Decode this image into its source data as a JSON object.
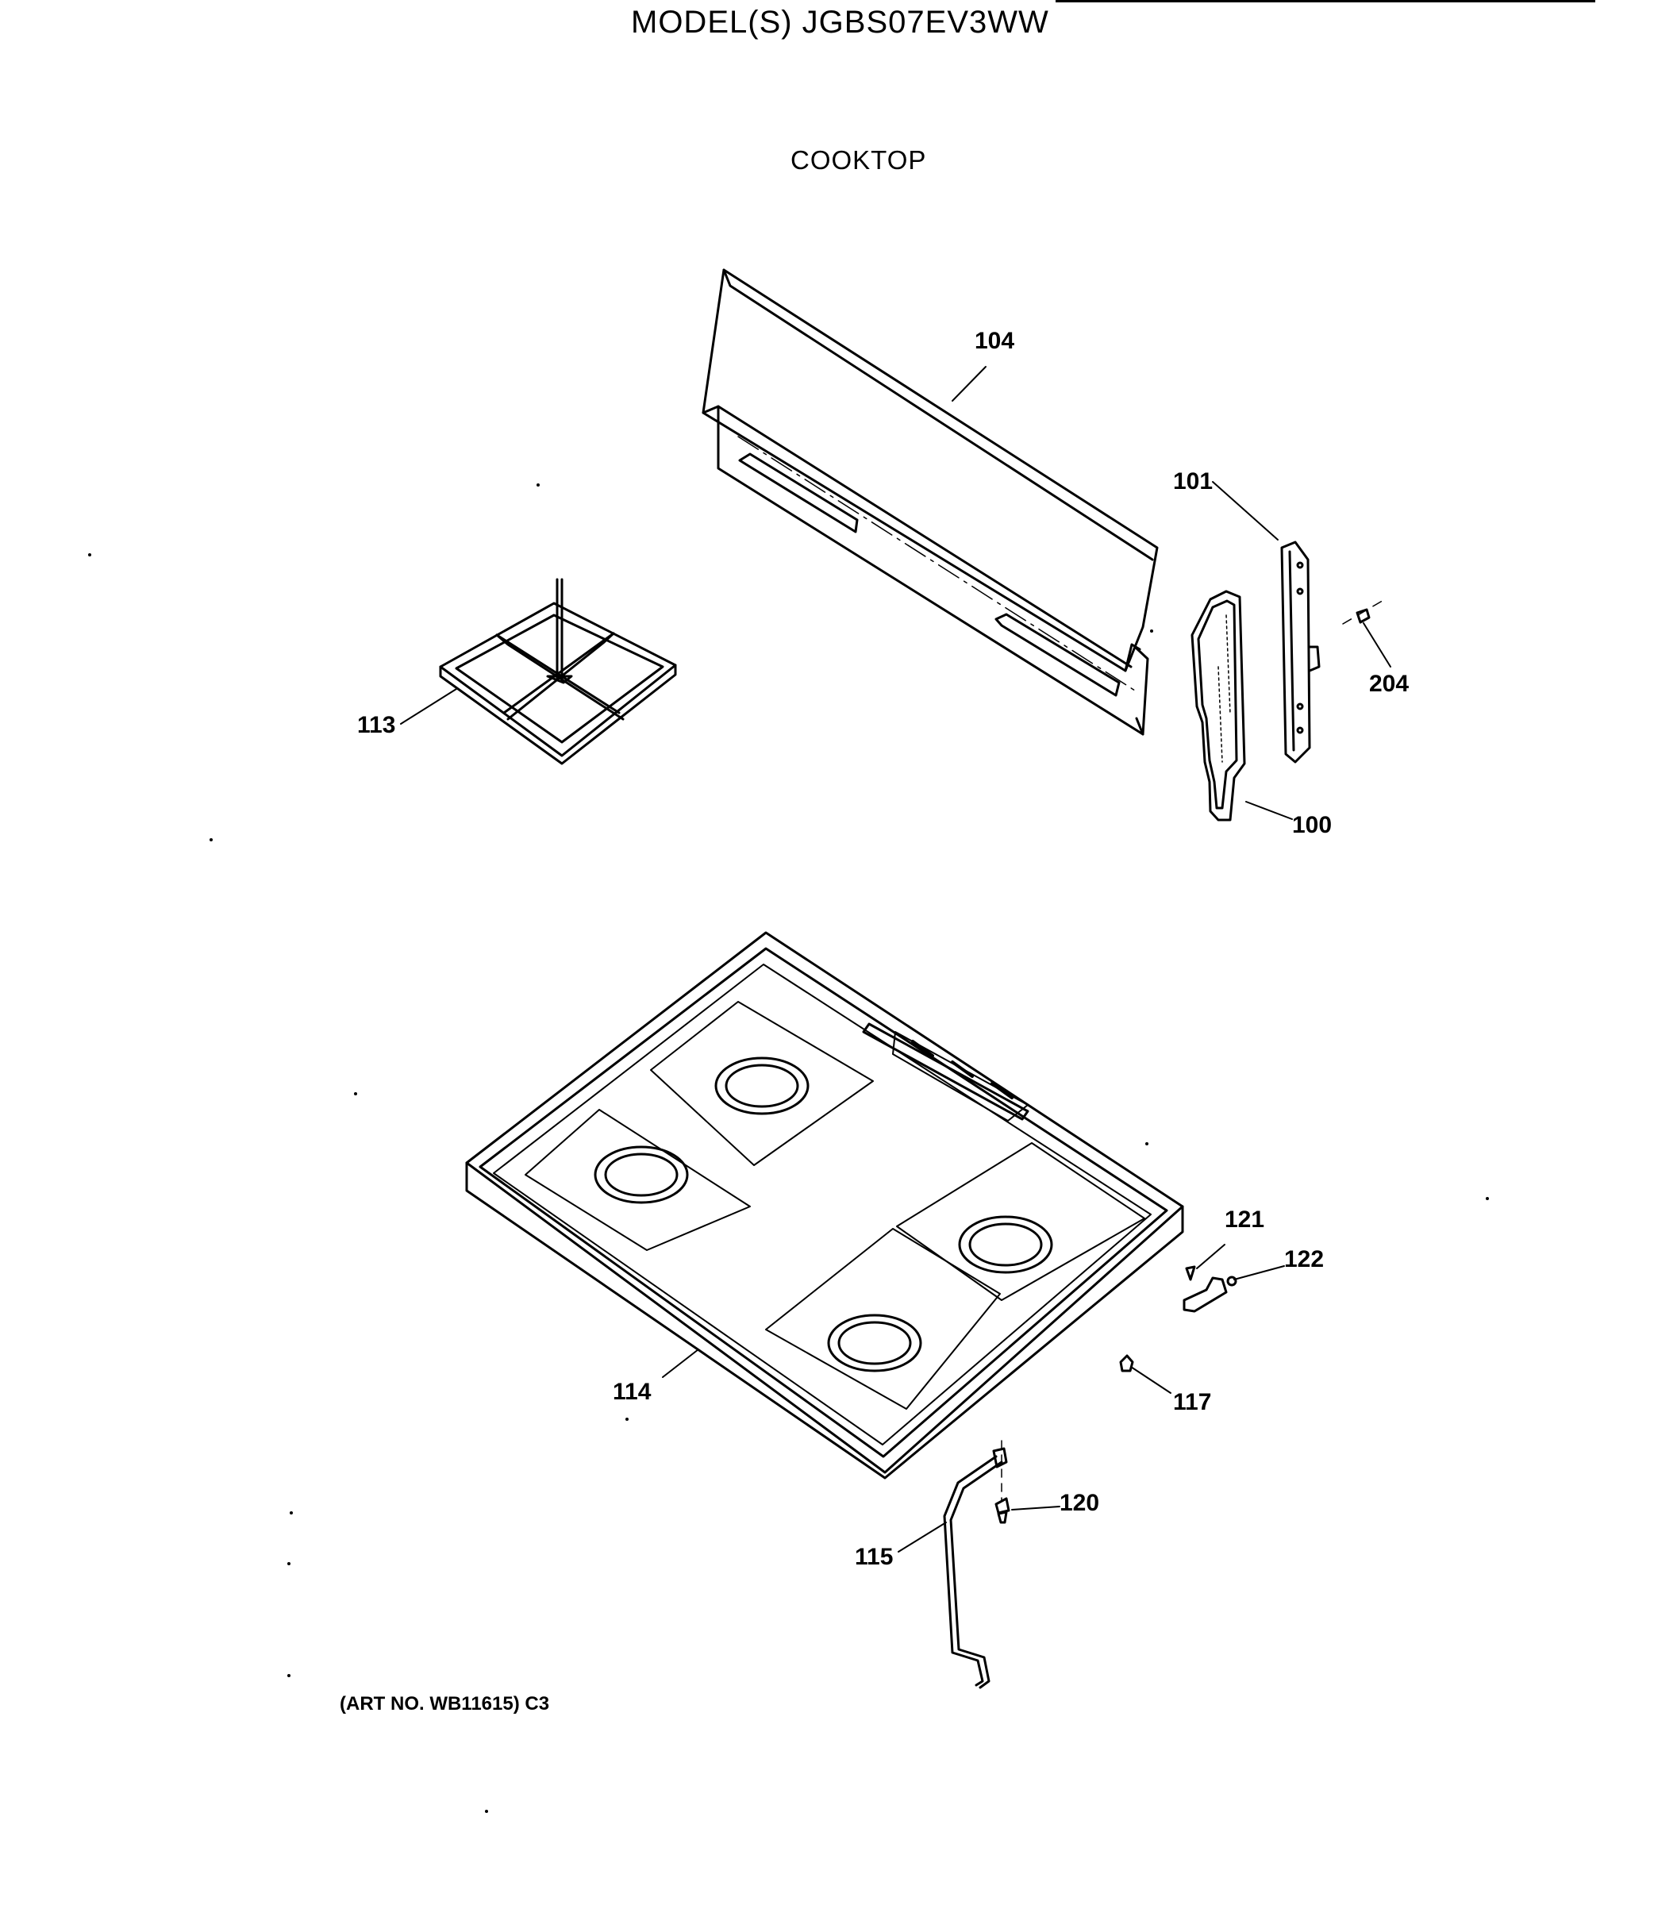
{
  "header": {
    "model": "MODEL(S) JGBS07EV3WW",
    "section": "COOKTOP"
  },
  "footer": {
    "art_no": "(ART NO. WB11615) C3"
  },
  "parts": [
    {
      "id": "p104",
      "label": "104"
    },
    {
      "id": "p101",
      "label": "101"
    },
    {
      "id": "p204",
      "label": "204"
    },
    {
      "id": "p100",
      "label": "100"
    },
    {
      "id": "p113",
      "label": "113"
    },
    {
      "id": "p121",
      "label": "121"
    },
    {
      "id": "p122",
      "label": "122"
    },
    {
      "id": "p114",
      "label": "114"
    },
    {
      "id": "p117",
      "label": "117"
    },
    {
      "id": "p120",
      "label": "120"
    },
    {
      "id": "p115",
      "label": "115"
    }
  ],
  "colors": {
    "line": "#000000",
    "background": "#ffffff"
  }
}
